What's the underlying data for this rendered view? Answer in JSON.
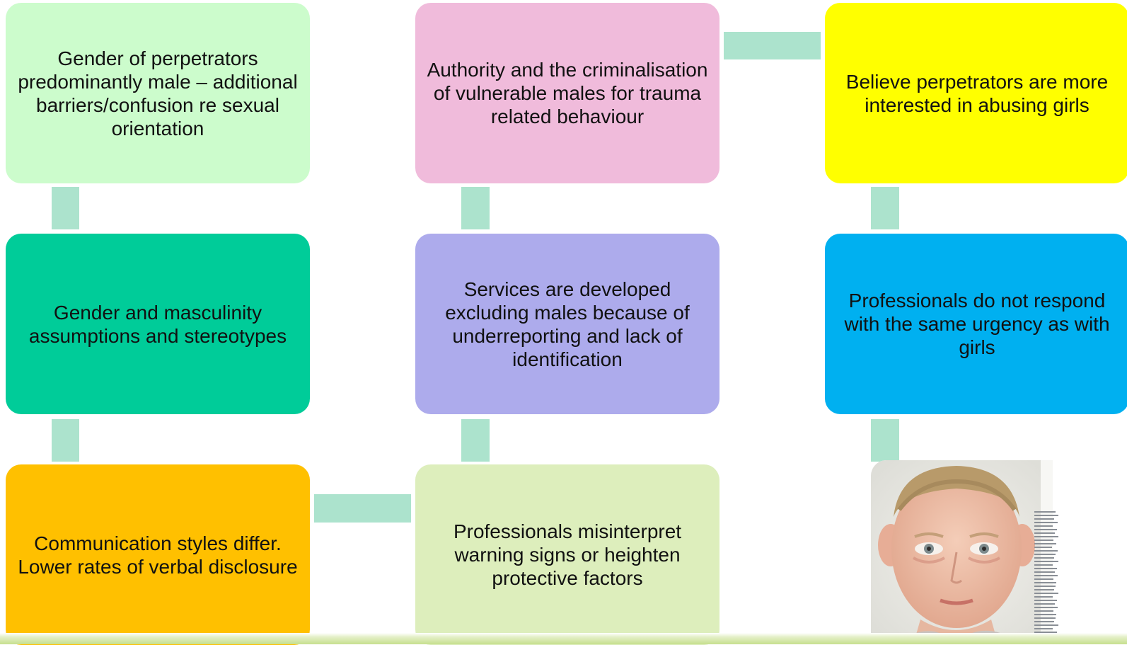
{
  "boxes": [
    {
      "text": "Gender of perpetrators predominantly male – additional barriers/confusion re sexual orientation",
      "color": "#ccfccc"
    },
    {
      "text": "Authority and the criminalisation of vulnerable males for trauma related behaviour",
      "color": "#f0bbdb"
    },
    {
      "text": "Believe perpetrators are more interested in abusing girls",
      "color": "#ffff00"
    },
    {
      "text": "Gender and masculinity assumptions and stereotypes",
      "color": "#00cc99"
    },
    {
      "text": "Services are developed excluding males because of underreporting and lack of identification",
      "color": "#adabec"
    },
    {
      "text": "Professionals do not respond with the same urgency as with girls",
      "color": "#00b0f0"
    },
    {
      "text": "Communication styles differ. Lower rates of verbal disclosure",
      "color": "#ffc000"
    },
    {
      "text": "Professionals misinterpret warning signs or heighten protective factors",
      "color": "#ddeebc"
    }
  ],
  "connector_color": "#ace3cd",
  "photo": {
    "icon": "boy-portrait-photo"
  }
}
